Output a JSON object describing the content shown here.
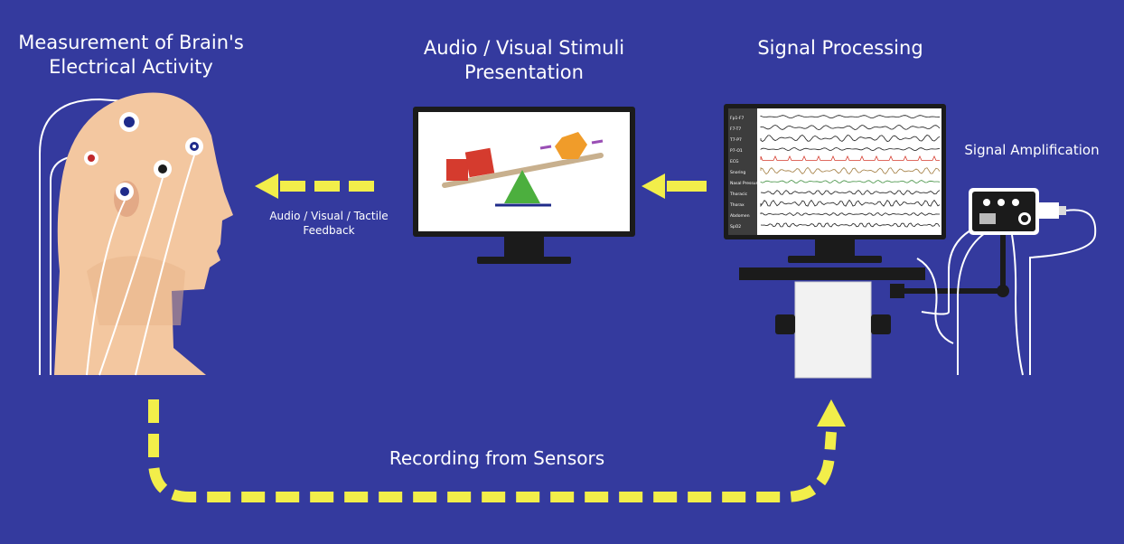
{
  "labels": {
    "brain": [
      "Measurement of Brain's",
      "Electrical Activity"
    ],
    "stimuli": [
      "Audio / Visual Stimuli",
      "Presentation"
    ],
    "processing": "Signal Processing",
    "amplification": "Signal Amplification",
    "feedback": [
      "Audio / Visual / Tactile",
      "Feedback"
    ],
    "recording": "Recording from Sensors"
  },
  "eeg_channels": [
    "Fp1-F7",
    "F7-T7",
    "T7-P7",
    "P7-O1",
    "ECG",
    "Snoring",
    "Nasal Pressure",
    "Thoracic",
    "Thorax",
    "Abdomen",
    "SpO2"
  ],
  "colors": {
    "background": "#343a9e",
    "arrow": "#f2ee4a",
    "skin": "#f3c7a0",
    "monitor": "#1b1b1b"
  }
}
